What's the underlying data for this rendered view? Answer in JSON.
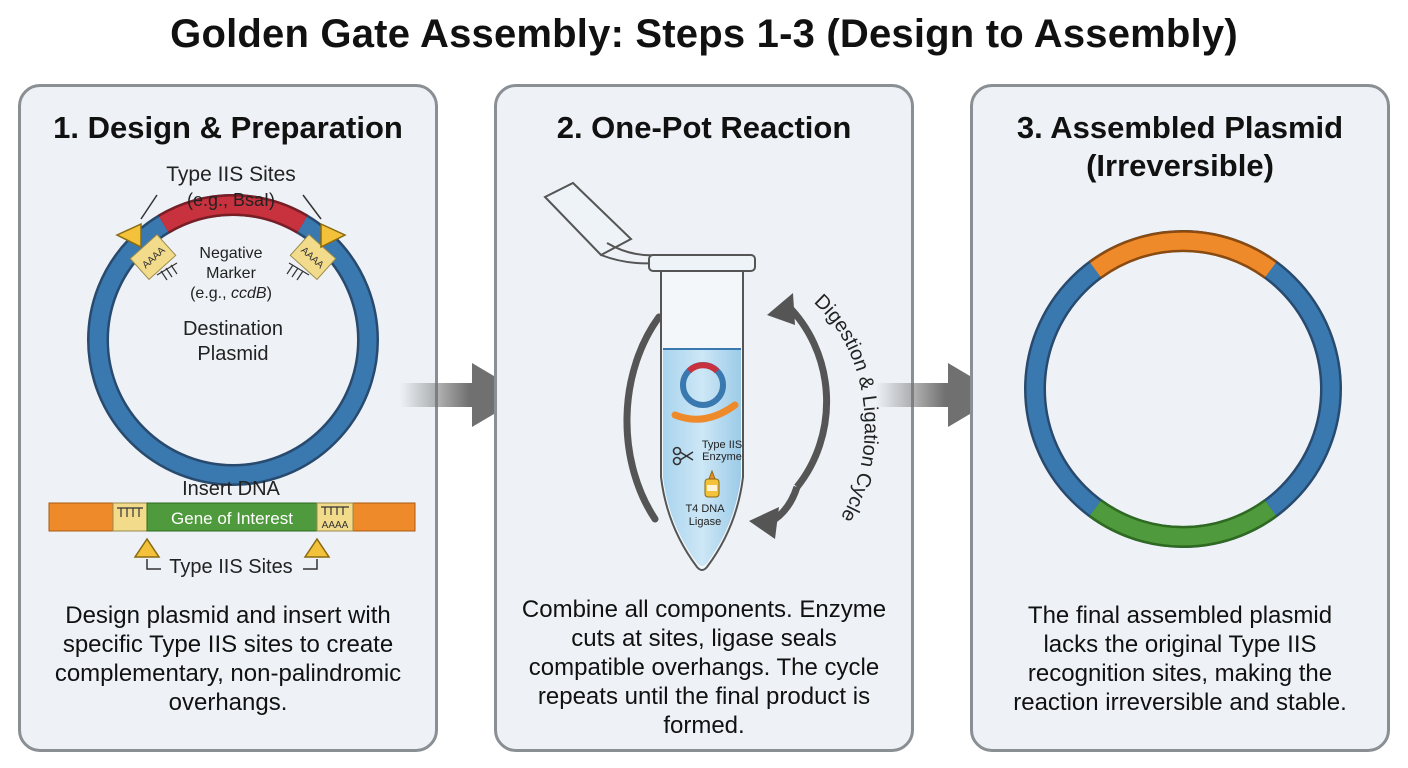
{
  "title": "Golden Gate Assembly: Steps 1-3 (Design to Assembly)",
  "panel1": {
    "title": "1. Design & Preparation",
    "type_iis_sites_label": "Type IIS Sites",
    "type_iis_sites_example": "(e.g., BsaI)",
    "overhang_text": "AAAA",
    "negative_marker_line1": "Negative",
    "negative_marker_line2": "Marker",
    "negative_marker_example_prefix": "(e.g., ",
    "negative_marker_example_gene": "ccdB",
    "negative_marker_example_suffix": ")",
    "plasmid_line1": "Destination",
    "plasmid_line2": "Plasmid",
    "insert_label": "Insert DNA",
    "gene_label": "Gene of Interest",
    "insert_sites_label": "Type IIS Sites",
    "description": "Design plasmid and insert with specific Type IIS sites to create complementary, non-palindromic overhangs."
  },
  "panel2": {
    "title": "2. One-Pot Reaction",
    "enzyme_line1": "Type IIS",
    "enzyme_line2": "Enzyme",
    "ligase_line1": "T4 DNA",
    "ligase_line2": "Ligase",
    "cycle_label": "Digestion & Ligation Cycle",
    "description": "Combine all components. Enzyme cuts at sites, ligase seals compatible overhangs. The cycle repeats until the final product is formed."
  },
  "panel3": {
    "title_line1": "3. Assembled Plasmid",
    "title_line2": "(Irreversible)",
    "description": "The final assembled plasmid lacks the original Type IIS recognition sites, making the reaction irreversible and stable."
  },
  "colors": {
    "backbone_blue": "#3a78b0",
    "marker_red": "#c8313e",
    "insert_orange": "#ef8a2a",
    "gene_green": "#4f9a3c",
    "site_yellow": "#f3c13a",
    "overhang_tan": "#f2dc8c",
    "panel_bg": "#eef2f6",
    "panel_border": "#8a8f94",
    "arrow_gray": "#707070"
  },
  "icons": [
    "type-iis-site-triangle-icon",
    "scissors-icon",
    "glue-bottle-icon",
    "cycle-arrow-icon",
    "step-arrow-icon"
  ]
}
